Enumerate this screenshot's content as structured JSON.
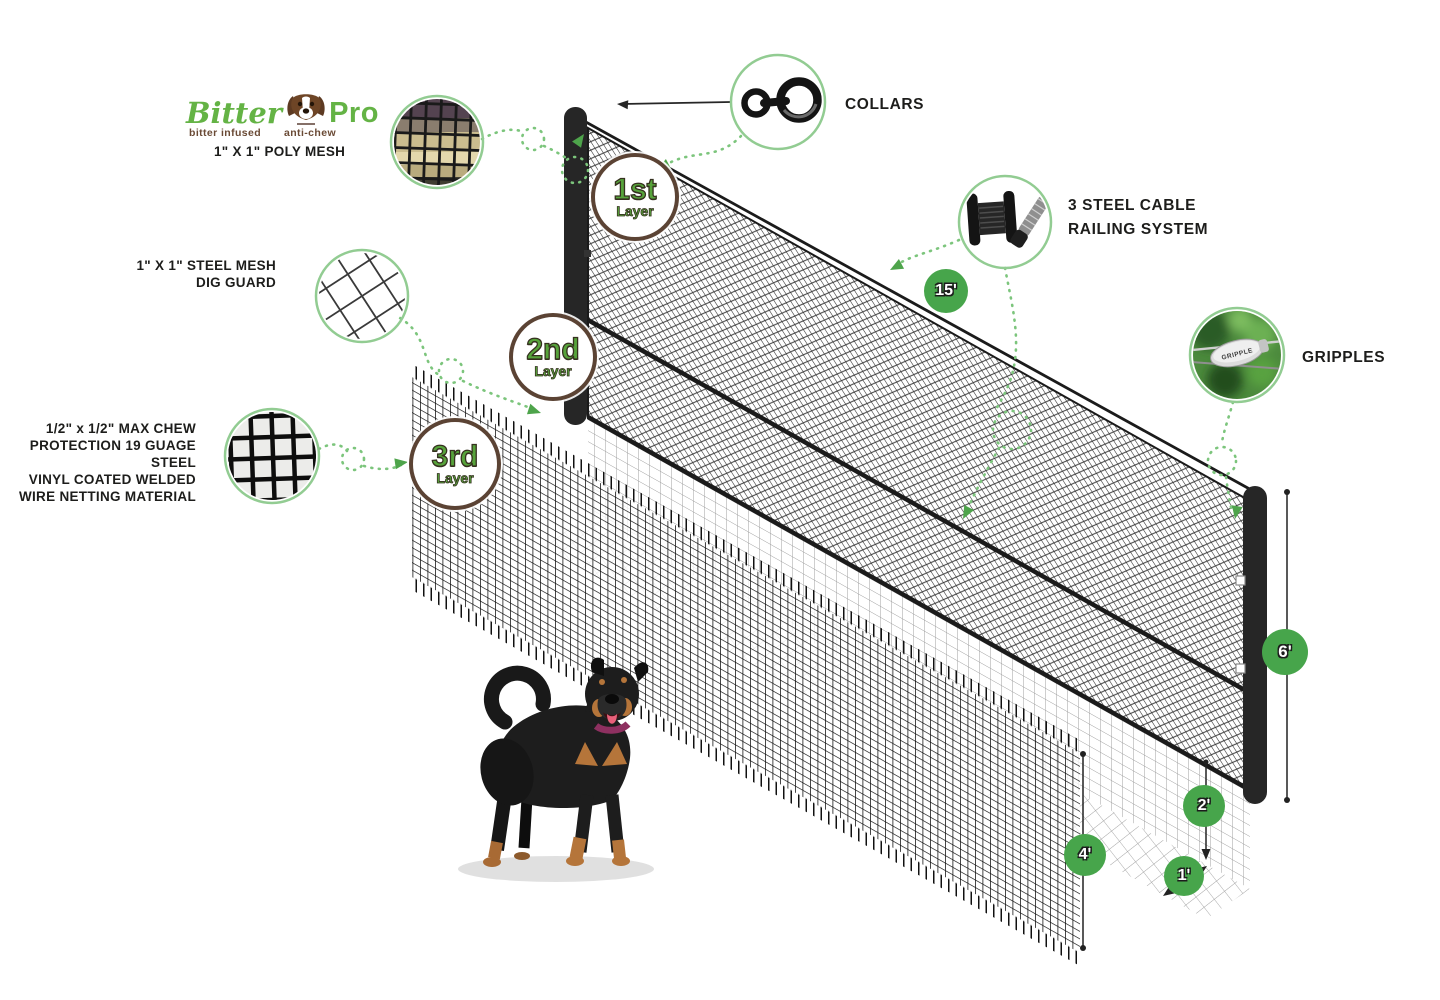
{
  "brand": {
    "name_left": "Bitter",
    "name_right": "Pro",
    "tagline_left": "bitter infused",
    "tagline_right": "anti-chew"
  },
  "callouts": {
    "poly_mesh": {
      "label": "1\" X 1\" POLY MESH"
    },
    "steel_mesh": {
      "line1": "1\" X 1\" STEEL MESH",
      "line2": "DIG GUARD"
    },
    "max_chew": {
      "lines": [
        "1/2\" x 1/2\" MAX CHEW",
        "PROTECTION 19 GUAGE STEEL",
        "VINYL COATED WELDED",
        "WIRE NETTING MATERIAL"
      ]
    },
    "collars": {
      "label": "COLLARS"
    },
    "steel_cable": {
      "line1": "3 STEEL CABLE",
      "line2": "RAILING SYSTEM"
    },
    "gripples": {
      "label": "GRIPPLES",
      "device_text": "GRIPPLE"
    }
  },
  "layers": [
    {
      "num": "1st",
      "word": "Layer"
    },
    {
      "num": "2nd",
      "word": "Layer"
    },
    {
      "num": "3rd",
      "word": "Layer"
    }
  ],
  "measurements": {
    "cable_span": "15'",
    "fence_height": "6'",
    "dig_guard_drop": "2'",
    "third_layer_height": "4'",
    "footer_depth": "1'"
  },
  "icons": {
    "logo_dog": "dog-face-icon",
    "collars_photo": "collar-rings-photo",
    "cable_photo": "cable-spool-photo",
    "gripple_photo": "gripple-fastener-photo"
  },
  "colors": {
    "brand_green": "#64b345",
    "badge_green": "#47a54b",
    "layer_text_green": "#57a33b",
    "badge_border_brown": "#5b4334",
    "leader_dash_green": "#7cc57c",
    "text_black": "#1d1d1b"
  }
}
